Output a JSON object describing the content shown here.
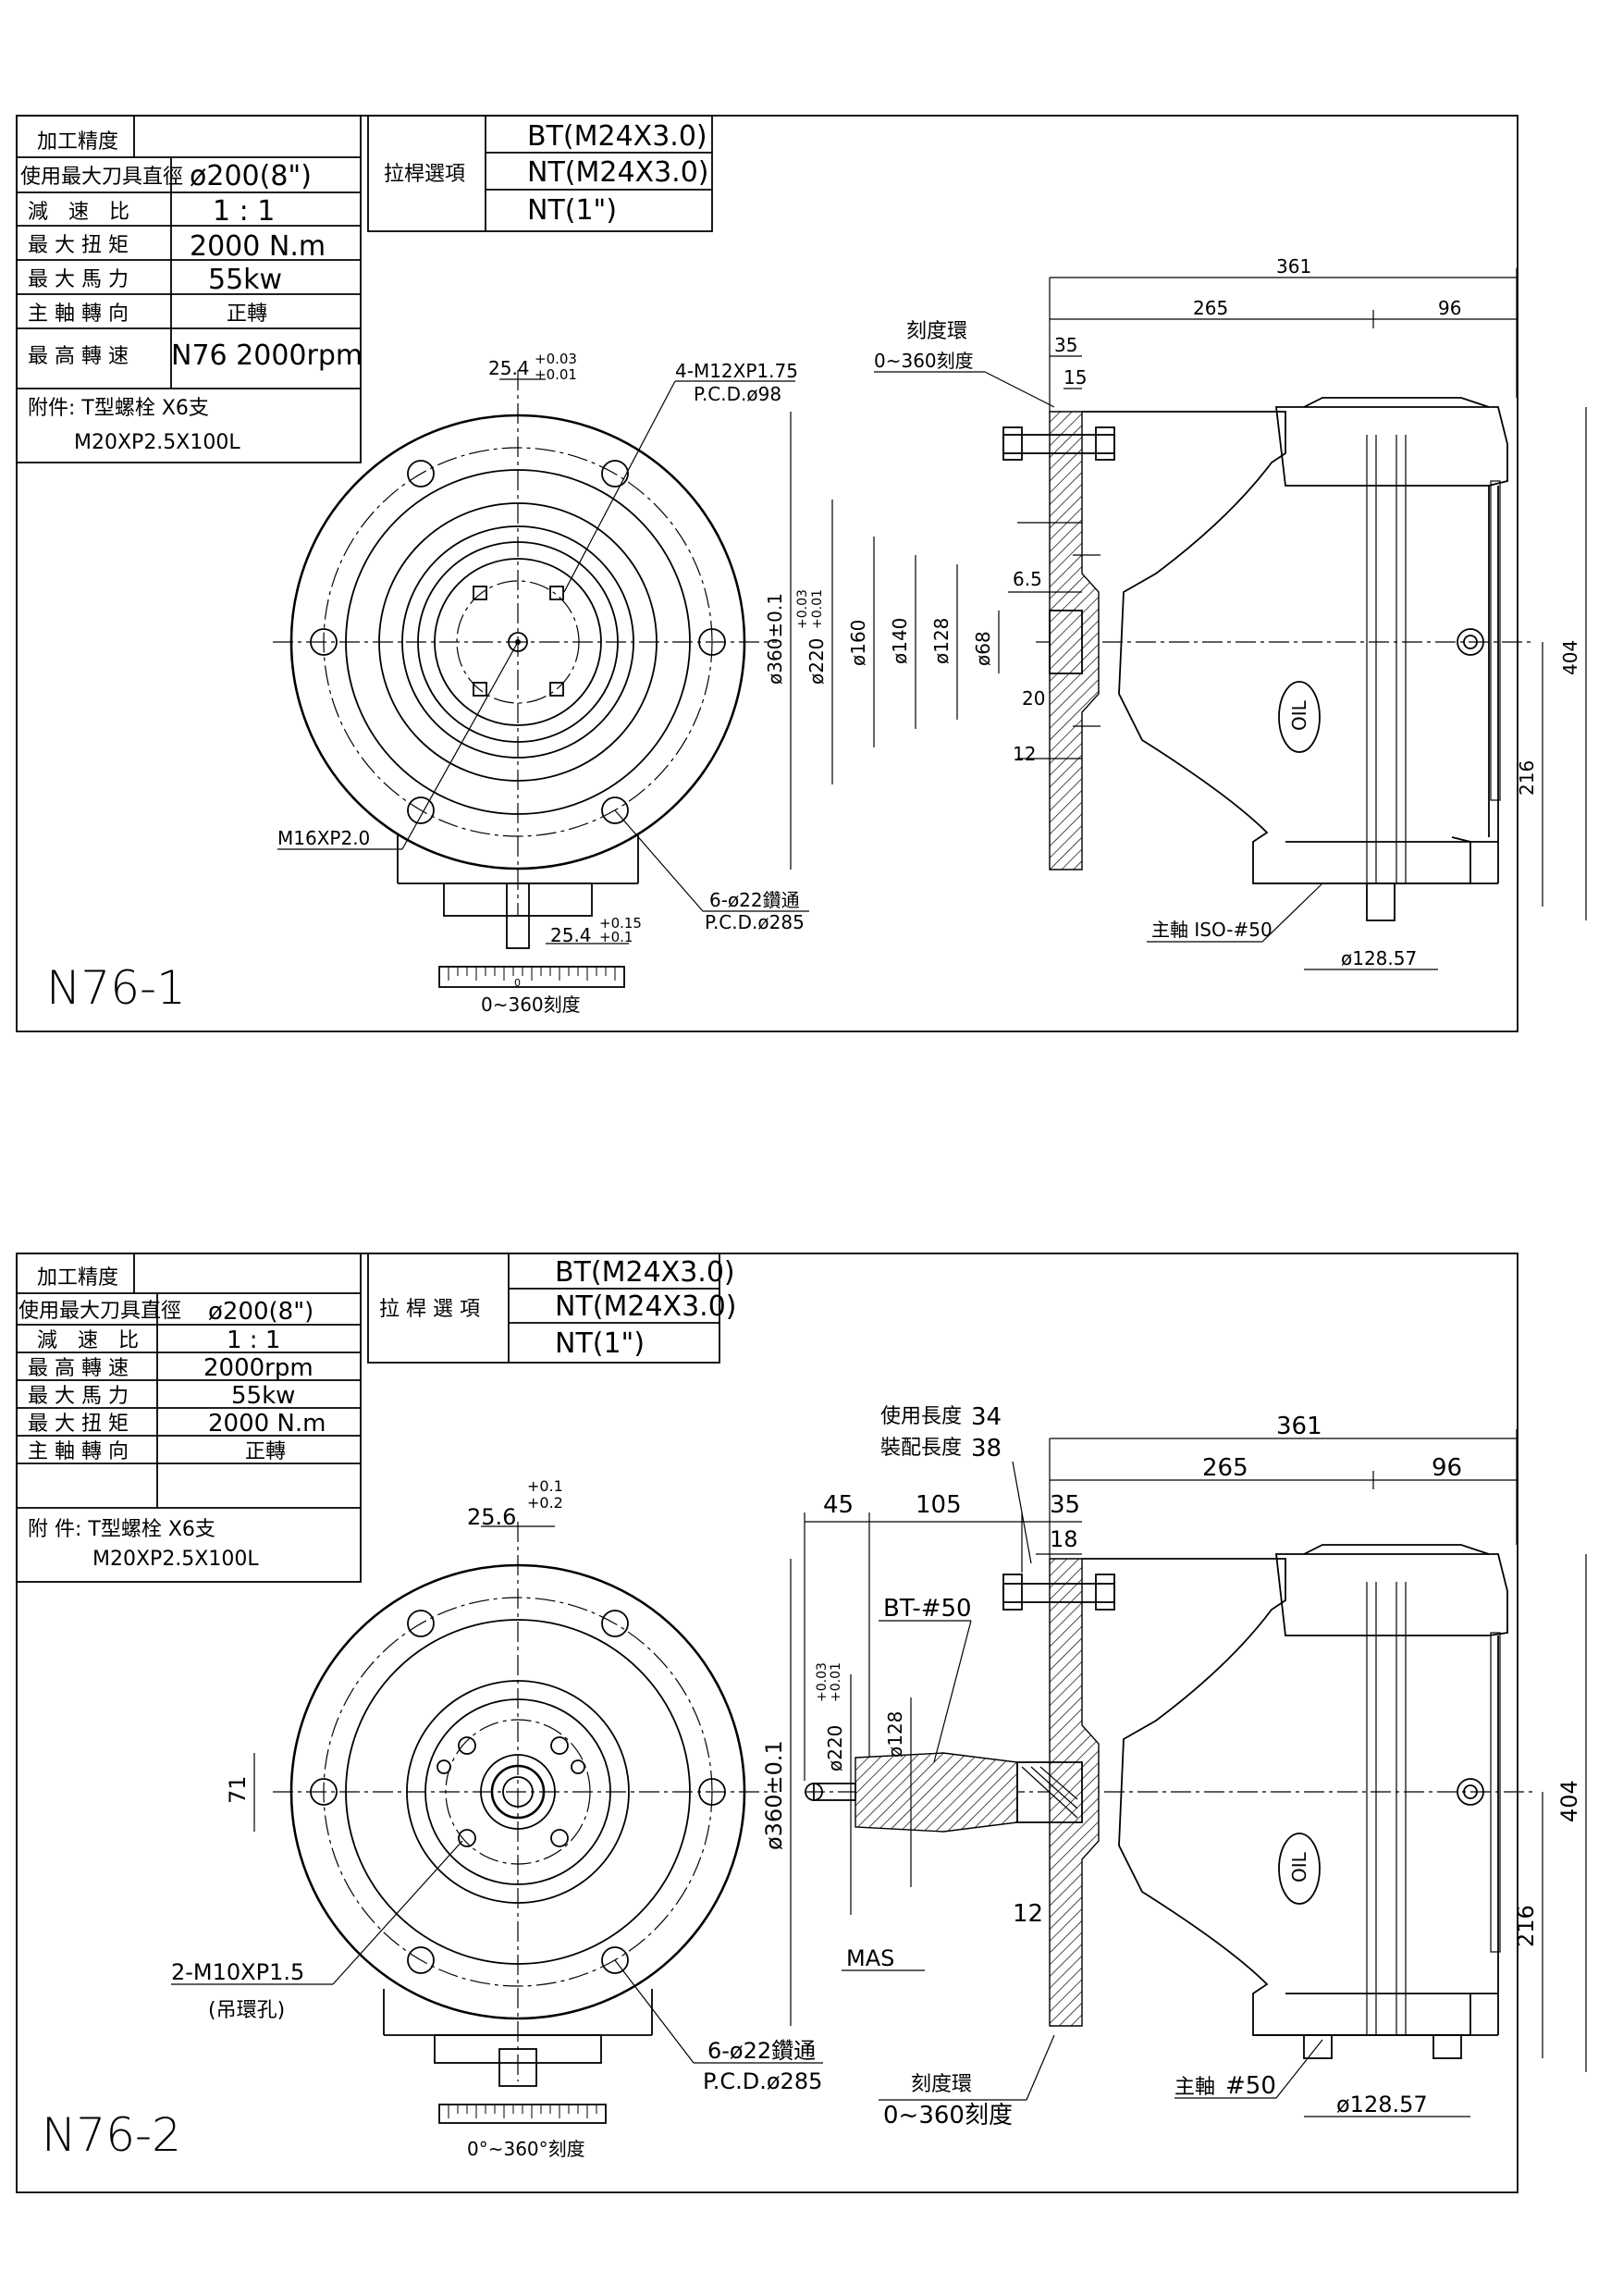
{
  "drawing1": {
    "spec_table": [
      {
        "label": "加工精度",
        "value": ""
      },
      {
        "label": "使用最大刀具直徑",
        "value": "ø200(8\")"
      },
      {
        "label": "減　速　比",
        "value": "1 : 1"
      },
      {
        "label": "最 大 扭 矩",
        "value": "2000 N.m"
      },
      {
        "label": "最 大 馬 力",
        "value": "55kw"
      },
      {
        "label": "主 軸 轉 向",
        "value": "正轉"
      },
      {
        "label": "最 高 轉 速",
        "value": "N76 2000rpm"
      }
    ],
    "accessory_line1": "附件: T型螺栓 X6支",
    "accessory_line2": "M20XP2.5X100L",
    "pull_stud_label": "拉桿選項",
    "pull_stud_options": [
      "BT(M24X3.0)",
      "NT(M24X3.0)",
      "NT(1\")"
    ],
    "model_label": "N76-1",
    "front": {
      "dim_top": "25.4",
      "tol_top_upper": "+0.03",
      "tol_top_lower": "+0.01",
      "hole_note1": "4-M12XP1.75",
      "hole_note2": "P.C.D.ø98",
      "thread_note": "M16XP2.0",
      "bolt_note1": "6-ø22鑽通",
      "bolt_note2": "P.C.D.ø285",
      "dim_bottom": "25.4",
      "tol_bot_upper": "+0.15",
      "tol_bot_lower": "+0.1",
      "scale_label": "0~360刻度",
      "scale_zero": "0"
    },
    "side": {
      "dim_361": "361",
      "dim_265": "265",
      "dim_96": "96",
      "dim_35": "35",
      "dim_15": "15",
      "ring_label": "刻度環",
      "ring_range": "0~360刻度",
      "dia_360": "ø360±0.1",
      "dia_220": "ø220",
      "dia_220_tol_upper": "+0.03",
      "dia_220_tol_lower": "+0.01",
      "dia_160": "ø160",
      "dia_140": "ø140",
      "dia_128": "ø128",
      "dia_68": "ø68",
      "dim_6_5": "6.5",
      "dim_20": "20",
      "dim_12": "12",
      "oil": "OIL",
      "dim_404": "404",
      "dim_216": "216",
      "spindle_note": "主軸 ISO-#50",
      "dia_128_57": "ø128.57"
    }
  },
  "drawing2": {
    "spec_table": [
      {
        "label": "加工精度",
        "value": ""
      },
      {
        "label": "使用最大刀具直徑",
        "value": "ø200(8\")"
      },
      {
        "label": "減　速　比",
        "value": "1 : 1"
      },
      {
        "label": "最 高 轉 速",
        "value": "2000rpm"
      },
      {
        "label": "最 大 馬 力",
        "value": "55kw"
      },
      {
        "label": "最 大 扭 矩",
        "value": "2000 N.m"
      },
      {
        "label": "主 軸 轉 向",
        "value": "正轉"
      }
    ],
    "accessory_line1": "附 件: T型螺栓 X6支",
    "accessory_line2": "M20XP2.5X100L",
    "pull_stud_label": "拉 桿 選 項",
    "pull_stud_options": [
      "BT(M24X3.0)",
      "NT(M24X3.0)",
      "NT(1\")"
    ],
    "model_label": "N76-2",
    "front": {
      "dim_top": "25.6",
      "tol_top_upper": "+0.1",
      "tol_top_lower": "+0.2",
      "dim_71": "71",
      "thread_note": "2-M10XP1.5",
      "thread_sub": "(吊環孔)",
      "bolt_note1": "6-ø22鑽通",
      "bolt_note2": "P.C.D.ø285",
      "scale_label": "0°~360°刻度"
    },
    "side": {
      "use_length_label": "使用長度",
      "use_length": "34",
      "fit_length_label": "裝配長度",
      "fit_length": "38",
      "dim_361": "361",
      "dim_265": "265",
      "dim_96": "96",
      "dim_45": "45",
      "dim_105": "105",
      "dim_35": "35",
      "dim_18": "18",
      "bt_label": "BT-#50",
      "dia_220": "ø220",
      "dia_220_tol_upper": "+0.03",
      "dia_220_tol_lower": "+0.01",
      "dia_128": "ø128",
      "dia_360": "ø360±0.1",
      "dim_12": "12",
      "mas": "MAS",
      "oil": "OIL",
      "dim_404": "404",
      "dim_216": "216",
      "ring_label": "刻度環",
      "ring_range": "0~360刻度",
      "spindle_note_a": "主軸",
      "spindle_note_b": "#50",
      "dia_128_57": "ø128.57"
    }
  }
}
